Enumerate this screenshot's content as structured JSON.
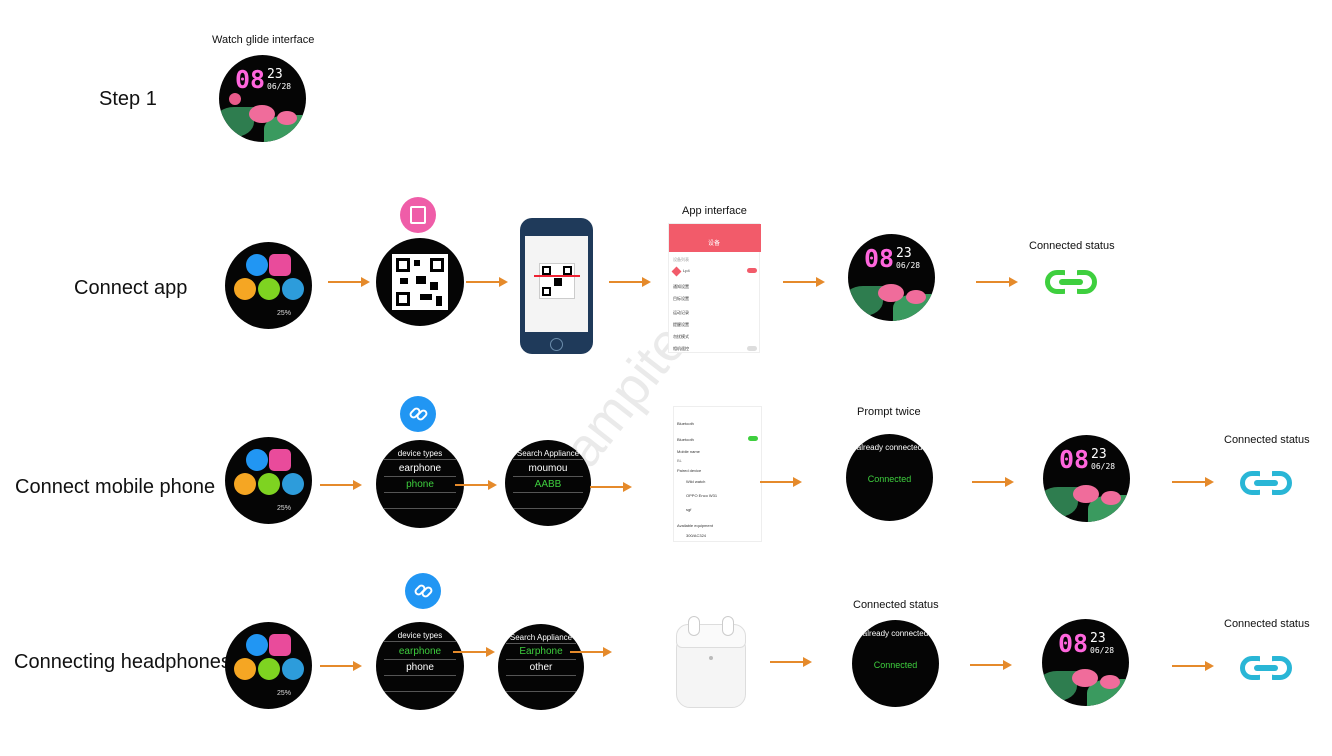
{
  "steps": [
    {
      "label": "Step 1"
    },
    {
      "label": "Connect app"
    },
    {
      "label": "Connect mobile phone"
    },
    {
      "label": "Connecting headphones"
    }
  ],
  "captions": {
    "watch_glide": "Watch glide interface",
    "app_interface": "App interface",
    "connected_status_app": "Connected status",
    "prompt_twice": "Prompt twice",
    "connected_status_phone": "Connected status",
    "connected_status_hp_prompt": "Connected status",
    "connected_status_hp": "Connected status"
  },
  "watch_face": {
    "hour": "08",
    "minute": "23",
    "date": "06/28"
  },
  "app_grid": {
    "battery": "25%"
  },
  "phone_list": {
    "title": "device types",
    "items": [
      "earphone",
      "phone"
    ],
    "selected": "phone"
  },
  "phone_search": {
    "title": "Search Appliance",
    "items": [
      "moumou",
      "AABB"
    ],
    "selected": "AABB"
  },
  "hp_list": {
    "title": "device types",
    "items": [
      "earphone",
      "phone"
    ],
    "selected": "earphone"
  },
  "hp_search": {
    "title": "Search Appliance",
    "items": [
      "Earphone",
      "other"
    ],
    "selected": "Earphone"
  },
  "prompt_watch": {
    "top": "already connected",
    "status": "Connected"
  },
  "hp_prompt_watch": {
    "top": "already connected",
    "status": "Connected"
  },
  "app_screen": {
    "header": "设备",
    "rows": [
      "设备列表",
      "Lp4",
      "通知设置",
      "目标设置",
      "运动记录",
      "提醒设置",
      "勿扰模式",
      "相机遥控"
    ]
  },
  "bt_screen": {
    "header": "Bluetooth",
    "bluetooth_label": "Bluetooth",
    "mobile_name_label": "Mobile name",
    "mobile_name": "BL",
    "paired_label": "Paired device",
    "paired": [
      "Wild watch",
      "OPPO Enco W31",
      "sgf"
    ],
    "available_label": "Available equipment",
    "available": [
      "300/AC324"
    ]
  },
  "watermark": "lampite.bg",
  "colors": {
    "arrow": "#e58a2b",
    "link_green": "#3ecf3e",
    "link_cyan": "#29b6d6",
    "selected_green": "#3ecf3e",
    "watch_pink": "#ff66dd",
    "app_header": "#f25b6a"
  }
}
